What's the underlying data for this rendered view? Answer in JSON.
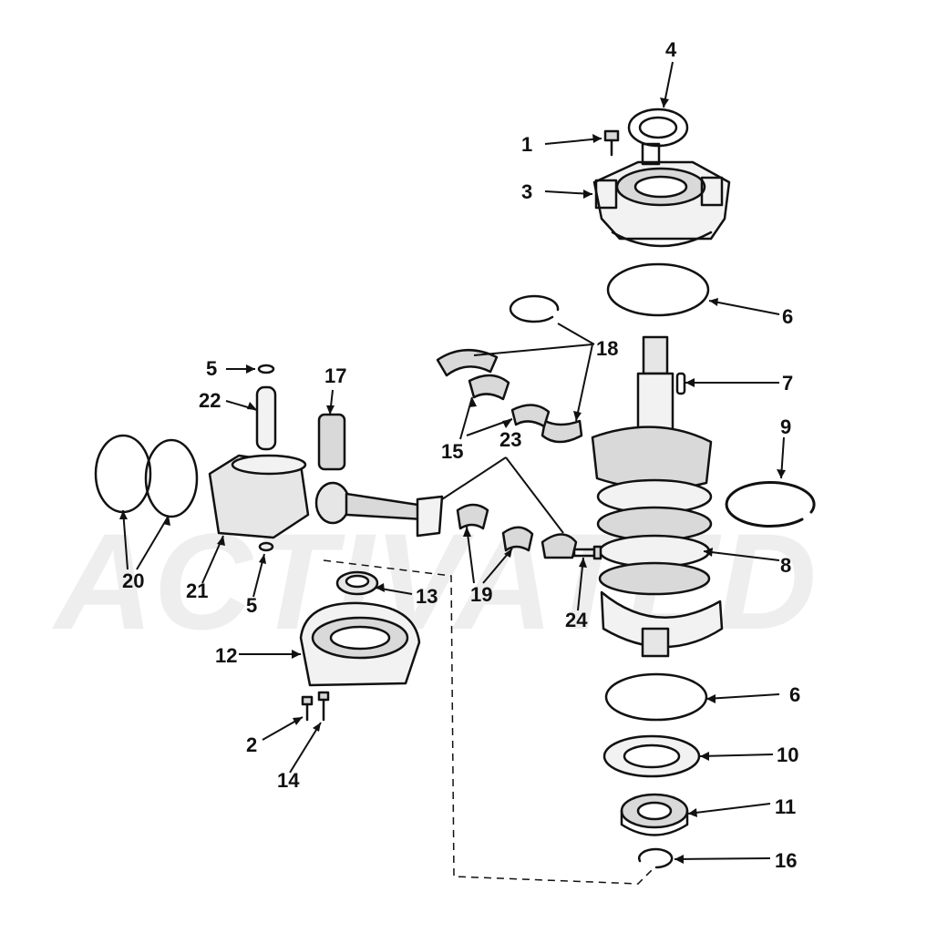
{
  "watermark": {
    "text": "ACTIVATED"
  },
  "colors": {
    "ink": "#111111",
    "shade": "#d9d9d9",
    "watermark": "#eeeeee"
  },
  "callouts": {
    "c1": "1",
    "c2": "2",
    "c3": "3",
    "c4": "4",
    "c5a": "5",
    "c5b": "5",
    "c6a": "6",
    "c6b": "6",
    "c7": "7",
    "c8": "8",
    "c9": "9",
    "c10": "10",
    "c11": "11",
    "c12": "12",
    "c13": "13",
    "c14": "14",
    "c15": "15",
    "c16": "16",
    "c17": "17",
    "c18": "18",
    "c19": "19",
    "c20": "20",
    "c21": "21",
    "c22": "22",
    "c23": "23",
    "c24": "24"
  }
}
